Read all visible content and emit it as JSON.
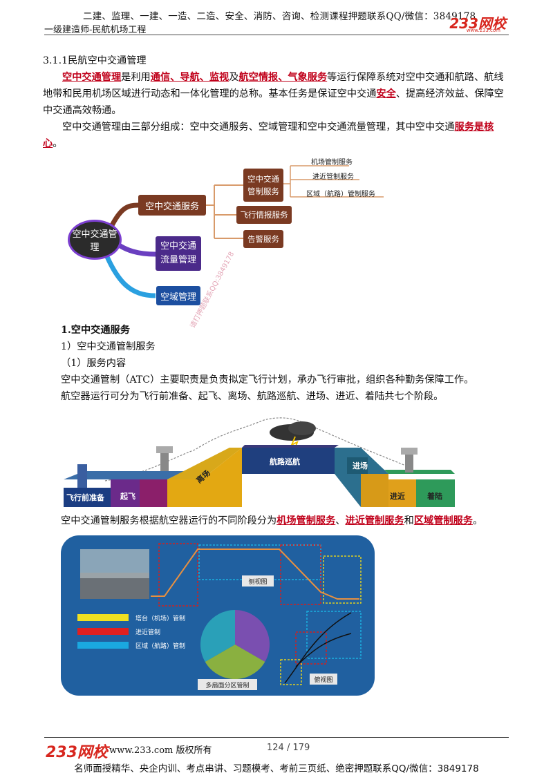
{
  "header": {
    "top_line": "二建、监理、一建、一造、二造、安全、消防、咨询、检测课程押题联系QQ/微信：3849178",
    "subtitle": "一级建造师-民航机场工程",
    "logo": "233网校",
    "logo_sub": "www.233.com"
  },
  "section": {
    "heading": "3.1.1民航空中交通管理",
    "p1": {
      "s1": "空中交通管理",
      "s2": "是利用",
      "s3": "通信、导航、监视",
      "s4": "及",
      "s5": "航空情报、气象服务",
      "s6": "等运行保障系统对空中交通和航路、航线地带和民用机场区域进行动态和一体化管理的总称。基本任务是保证空中交通",
      "s7": "安全",
      "s8": "、提高经济效益、保障空中交通高效畅通。"
    },
    "p2": {
      "s1": "空中交通管理由三部分组成：空中交通服务、空域管理和空中交通流量管理，其中空中交通",
      "s2": "服务是核心",
      "s3": "。"
    }
  },
  "mindmap": {
    "root": "空中交通管理",
    "n1": "空中交通服务",
    "n2": "空中交通流量管理",
    "n3": "空域管理",
    "n11": "空中交通管制服务",
    "n12": "飞行情报服务",
    "n13": "告警服务",
    "l1": "机场管制服务",
    "l2": "进近管制服务",
    "l3": "区域（航路）管制服务",
    "colors": {
      "root": "#2b2b2b",
      "service": "#7a3a22",
      "flow": "#4b2a8a",
      "airspace": "#1c4fa0"
    }
  },
  "body": {
    "h1": "1.空中交通服务",
    "h2": "1）空中交通管制服务",
    "h3": "（1）服务内容",
    "p3": "空中交通管制（ATC）主要职责是负责拟定飞行计划，承办飞行审批，组织各种勤务保障工作。",
    "p4": "航空器运行可分为飞行前准备、起飞、离场、航路巡航、进场、进近、着陆共七个阶段。",
    "p5": {
      "s1": "空中交通管制服务根据航空器运行的不同阶段分为",
      "s2": "机场管制服务",
      "s3": "、",
      "s4": "进近管制服务",
      "s5": "和",
      "s6": "区域管制服务",
      "s7": "。"
    }
  },
  "phases": {
    "p1": "飞行前准备",
    "p2": "起飞",
    "p3": "离场",
    "p4": "航路巡航",
    "p5": "进场",
    "p6": "进近",
    "p7": "着陆"
  },
  "diagram2": {
    "side_view": "侧视图",
    "top_view": "俯视图",
    "pie_label": "多扇面分区管制",
    "legend1": "塔台（机场）管制",
    "legend2": "进近管制",
    "legend3": "区域（航路）管制"
  },
  "watermark": "请打押题联系QQ:3849178",
  "footer": {
    "logo": "233网校",
    "site": "www.233.com 版权所有",
    "page": "124 / 179",
    "bottom": "名师面授精华、央企内训、考点串讲、习题模考、考前三页纸、绝密押题联系QQ/微信：3849178"
  }
}
